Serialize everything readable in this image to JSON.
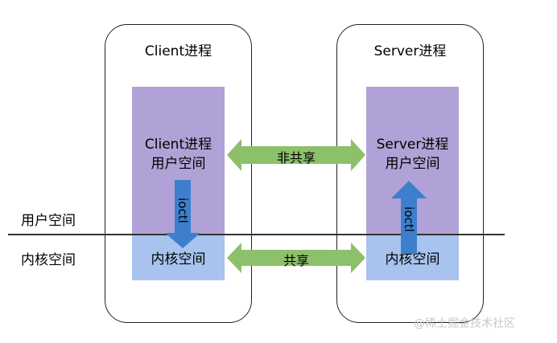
{
  "client": {
    "title": "Client进程",
    "user_space_line1": "Client进程",
    "user_space_line2": "用户空间",
    "kernel_space": "内核空间",
    "arrow_label": "ioctl"
  },
  "server": {
    "title": "Server进程",
    "user_space_line1": "Server进程",
    "user_space_line2": "用户空间",
    "kernel_space": "内核空间",
    "arrow_label": "ioctl"
  },
  "links": {
    "user": "非共享",
    "kernel": "共享"
  },
  "side_labels": {
    "user": "用户空间",
    "kernel": "内核空间"
  },
  "watermark": "@稀土掘金技术社区",
  "colors": {
    "user_block": "#b0a2d6",
    "kernel_block": "#a7c3ee",
    "green_arrow": "#8cc06a",
    "blue_arrow": "#3d7fcc"
  }
}
